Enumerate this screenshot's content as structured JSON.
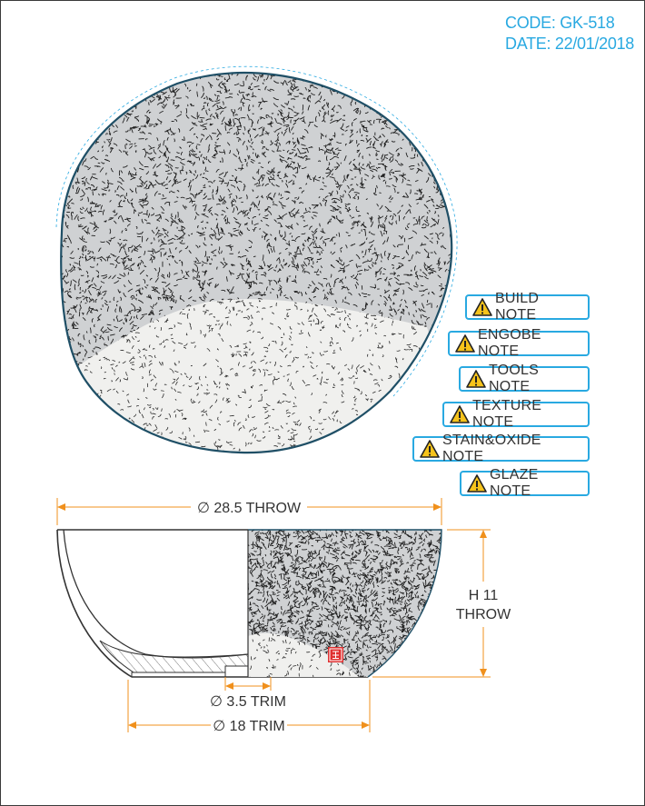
{
  "header": {
    "code": "CODE: GK-518",
    "date": "DATE: 22/01/2018"
  },
  "notes": [
    {
      "label": "BUILD NOTE",
      "icon": "warning-icon"
    },
    {
      "label": "ENGOBE NOTE",
      "icon": "warning-icon"
    },
    {
      "label": "TOOLS NOTE",
      "icon": "warning-icon"
    },
    {
      "label": "TEXTURE NOTE",
      "icon": "warning-icon"
    },
    {
      "label": "STAIN&OXIDE NOTE",
      "icon": "warning-icon"
    },
    {
      "label": "GLAZE NOTE",
      "icon": "warning-icon"
    }
  ],
  "dimensions": {
    "top_diameter": "∅ 28.5 THROW",
    "height_line1": "H 11",
    "height_line2": "THROW",
    "inner_foot": "∅ 3.5 TRIM",
    "outer_foot": "∅ 18 TRIM"
  },
  "colors": {
    "accent": "#29a9e1",
    "dimension": "#f0901c",
    "rim": "#1f4f66",
    "texture_fill": "#cfd1d3",
    "stamp": "#e03030"
  }
}
